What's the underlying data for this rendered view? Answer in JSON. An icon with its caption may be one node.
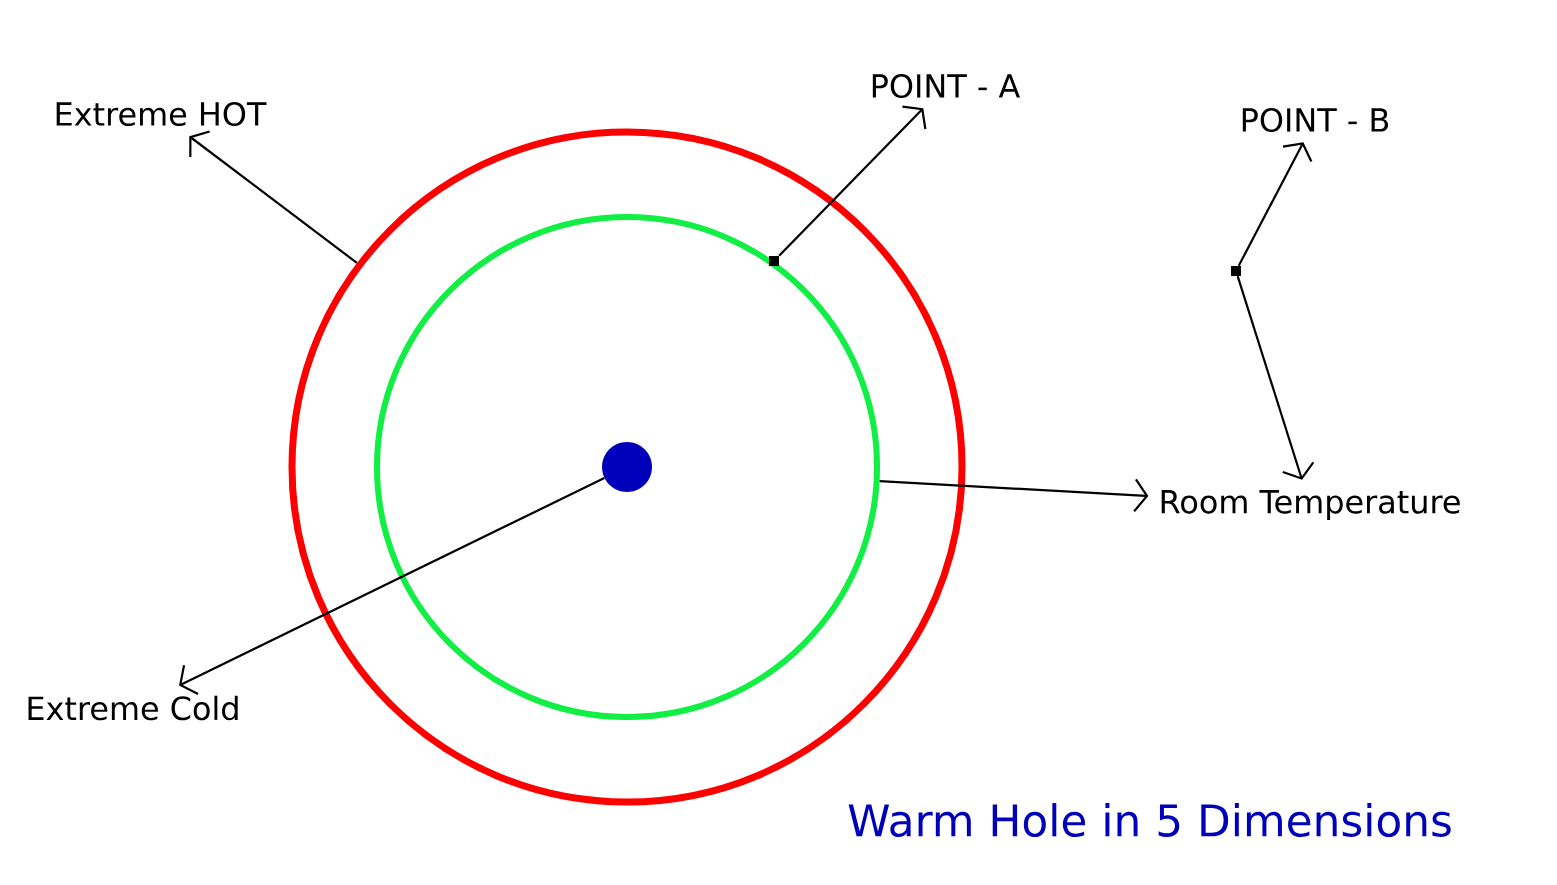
{
  "diagram": {
    "title": "Warm Hole in 5 Dimensions",
    "nodes": [
      {
        "text": [
          "Extreme HOT"
        ]
      },
      {
        "text": [
          "POINT - A"
        ]
      },
      {
        "text": [
          "POINT - B"
        ]
      },
      {
        "text": [],
        "shape": "circle"
      },
      {
        "text": [],
        "shape": "circle",
        "in": 3
      },
      {
        "text": [],
        "shape": "circle",
        "in": 4
      },
      {
        "text": [],
        "shape": "box",
        "in": 3
      },
      {
        "text": [],
        "shape": "box"
      },
      {
        "text": [
          "Room Temperature"
        ]
      },
      {
        "text": [
          "Extreme Cold"
        ]
      }
    ],
    "edges": [
      {
        "from": 3,
        "to": 0,
        "arrow": "to"
      },
      {
        "from": 6,
        "to": 1,
        "arrow": "to"
      },
      {
        "from": 7,
        "to": 2,
        "arrow": "to"
      },
      {
        "from": 7,
        "to": 8,
        "arrow": "to"
      },
      {
        "from": 4,
        "to": 8,
        "arrow": "to"
      },
      {
        "from": 5,
        "to": 9,
        "arrow": "to"
      }
    ]
  }
}
